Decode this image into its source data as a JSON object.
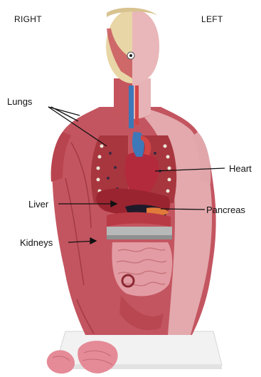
{
  "orientation": {
    "right_label": "RIGHT",
    "left_label": "LEFT"
  },
  "labels": {
    "lungs": "Lungs",
    "heart": "Heart",
    "liver": "Liver",
    "pancreas": "Pancreas",
    "kidneys": "Kidneys"
  },
  "colors": {
    "skin": "#e9b9ba",
    "muscle": "#c4545d",
    "muscle_dark": "#a23a44",
    "heart": "#b32a3c",
    "liver": "#9a2530",
    "intestines": "#e39ca3",
    "face": "#e9d6a9",
    "stand": "#f1f1f1",
    "vessel_blue": "#3d78b8",
    "label_line": "#111111"
  }
}
